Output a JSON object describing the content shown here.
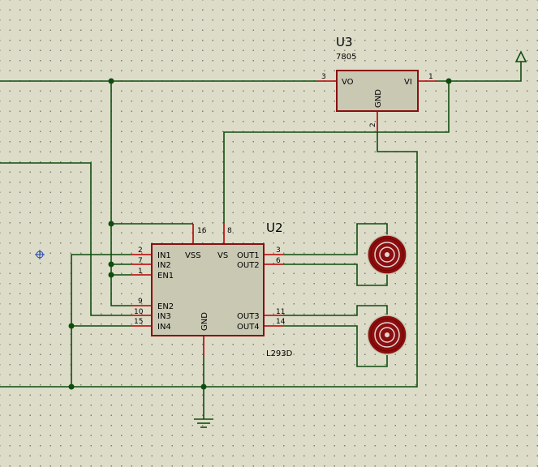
{
  "u3": {
    "ref": "U3",
    "value": "7805",
    "pins": {
      "vo": "VO",
      "vi": "VI",
      "gnd": "GND"
    },
    "pin_numbers": {
      "vo": "3",
      "vi": "1",
      "gnd": "2"
    }
  },
  "u2": {
    "ref": "U2",
    "value": "L293D",
    "pins": {
      "in1": "IN1",
      "in2": "IN2",
      "en1": "EN1",
      "en2": "EN2",
      "in3": "IN3",
      "in4": "IN4",
      "vss": "VSS",
      "vs": "VS",
      "gnd": "GND",
      "out1": "OUT1",
      "out2": "OUT2",
      "out3": "OUT3",
      "out4": "OUT4"
    },
    "pin_numbers": {
      "in1": "2",
      "in2": "7",
      "en1": "1",
      "en2": "9",
      "in3": "10",
      "in4": "15",
      "vss": "16",
      "vs": "8",
      "out1": "3",
      "out2": "6",
      "out3": "11",
      "out4": "14"
    }
  },
  "colors": {
    "background": "#dcdcc8",
    "wire": "#0f4d0f",
    "pin": "#b30000",
    "chip_fill": "#c8c8b3",
    "chip_border": "#8a0f0f",
    "motor_fill": "#8a0f0f"
  }
}
